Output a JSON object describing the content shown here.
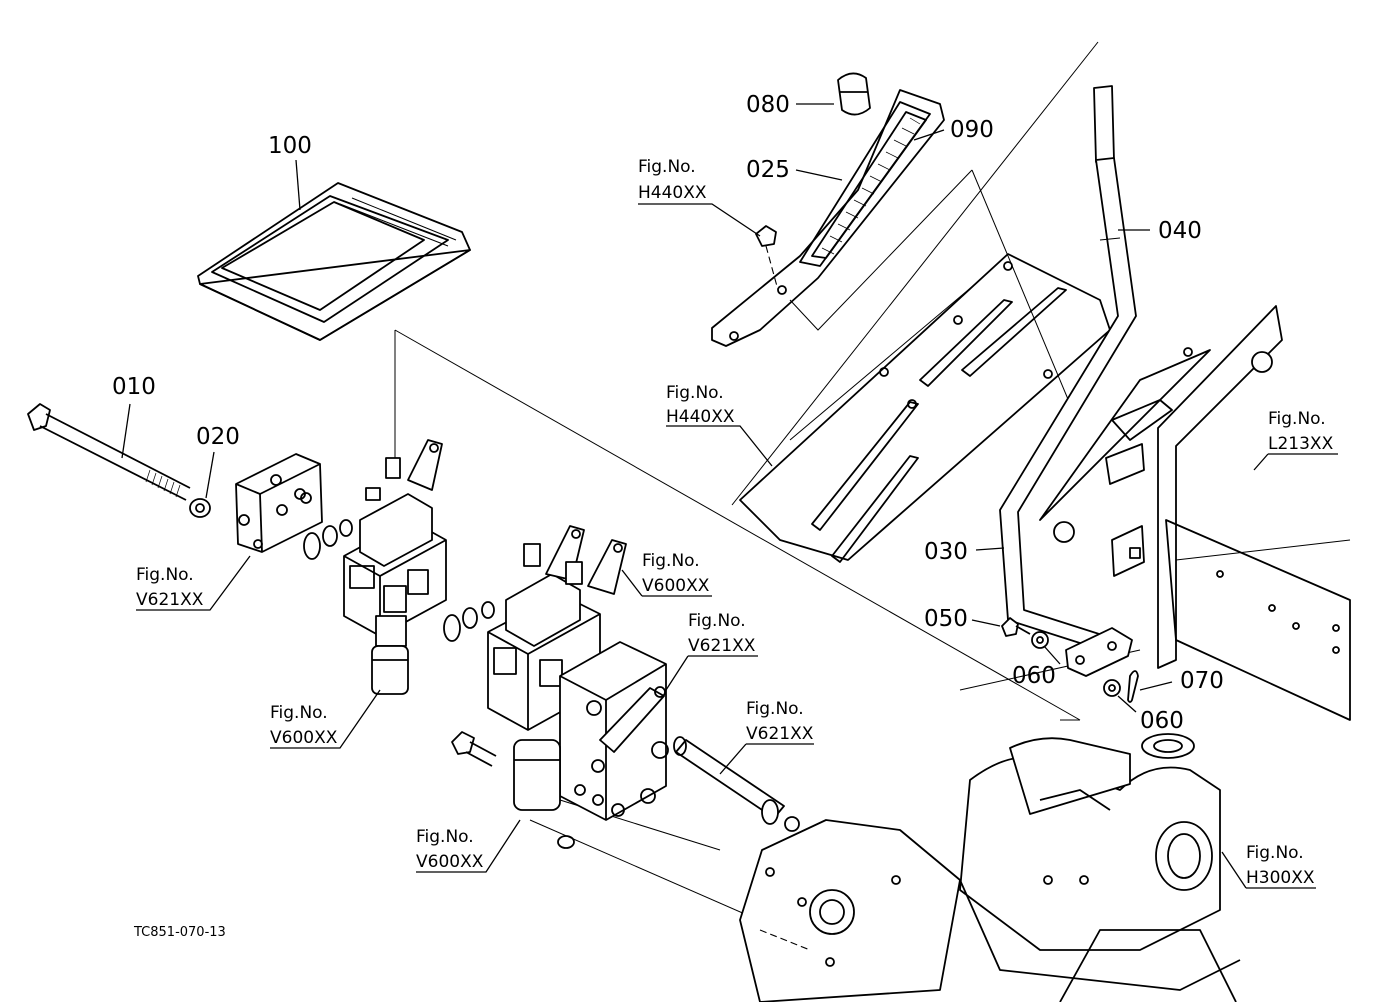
{
  "part_labels": {
    "p010": "010",
    "p020": "020",
    "p025": "025",
    "p030": "030",
    "p040": "040",
    "p050": "050",
    "p060a": "060",
    "p060b": "060",
    "p070": "070",
    "p080": "080",
    "p090": "090",
    "p100": "100"
  },
  "figure_refs": {
    "fig_h440_top": {
      "title": "Fig.No.",
      "code": "H440XX"
    },
    "fig_h440_mid": {
      "title": "Fig.No.",
      "code": "H440XX"
    },
    "fig_l213": {
      "title": "Fig.No.",
      "code": "L213XX"
    },
    "fig_v621_left": {
      "title": "Fig.No.",
      "code": "V621XX"
    },
    "fig_v600_top": {
      "title": "Fig.No.",
      "code": "V600XX"
    },
    "fig_v621_mid": {
      "title": "Fig.No.",
      "code": "V621XX"
    },
    "fig_v600_left": {
      "title": "Fig.No.",
      "code": "V600XX"
    },
    "fig_v621_right": {
      "title": "Fig.No.",
      "code": "V621XX"
    },
    "fig_v600_bottom": {
      "title": "Fig.No.",
      "code": "V600XX"
    },
    "fig_h300": {
      "title": "Fig.No.",
      "code": "H300XX"
    }
  },
  "drawing_code": "TC851-070-13"
}
